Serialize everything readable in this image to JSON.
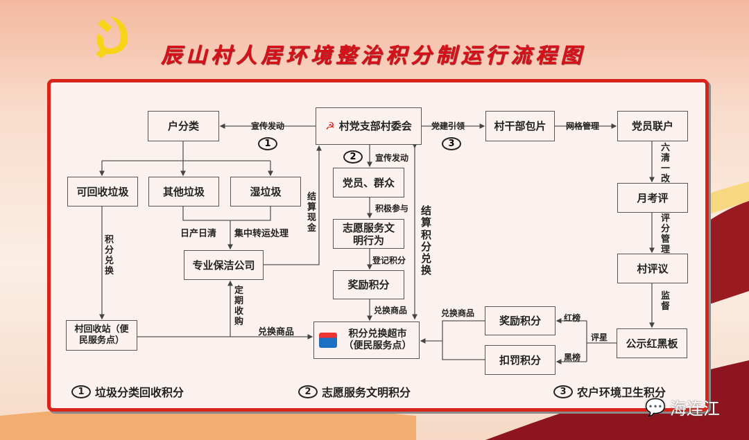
{
  "title": "辰山村人居环境整治积分制运行流程图",
  "boxes": {
    "household_sort": "户分类",
    "party_committee": "村党支部村委会",
    "cadre_zone": "村干部包片",
    "member_household": "党员联户",
    "recyclable": "可回收垃圾",
    "other_waste": "其他垃圾",
    "wet_waste": "湿垃圾",
    "members_masses": "党员、群众",
    "monthly_eval": "月考评",
    "volunteer": "志愿服务文明行为",
    "cleaning_company": "专业保洁公司",
    "village_review": "村评议",
    "reward_points_mid": "奖励积分",
    "recycle_station": "村回收站（便民服务点）",
    "points_market": "积分兑换超市（便民服务点）",
    "reward_points_right": "奖励积分",
    "penalty_points": "扣罚积分",
    "red_black_board": "公示红黑板"
  },
  "labels": {
    "publicize1": "宣传发动",
    "party_lead": "党建引领",
    "grid_mgmt": "网格管理",
    "daily_clear": "日产日清",
    "central_transfer": "集中转运处理",
    "settle_cash": "结算现金",
    "points_exchange": "积分兑换",
    "periodic_purchase": "定期收购",
    "exchange_goods_left": "兑换商品",
    "publicize2": "宣传发动",
    "active_participation": "积极参与",
    "register_points": "登记积分",
    "exchange_goods_mid": "兑换商品",
    "settle_points": "结算积分兑换",
    "six_clear": "六清一改",
    "scoring_mgmt": "评分管理",
    "supervise": "监督",
    "red_list": "红榜",
    "black_list": "黑榜",
    "star_rating": "评星",
    "exchange_goods_right": "兑换商品"
  },
  "circles": {
    "one": "1",
    "two": "2",
    "three": "3"
  },
  "legend": [
    {
      "num": "1",
      "text": "垃圾分类回收积分"
    },
    {
      "num": "2",
      "text": "志愿服务文明积分"
    },
    {
      "num": "3",
      "text": "农户环境卫生积分"
    }
  ],
  "watermark": "海连江",
  "colors": {
    "accent": "#d8241a",
    "title": "#d8101a",
    "emblem": "#f7d417"
  }
}
